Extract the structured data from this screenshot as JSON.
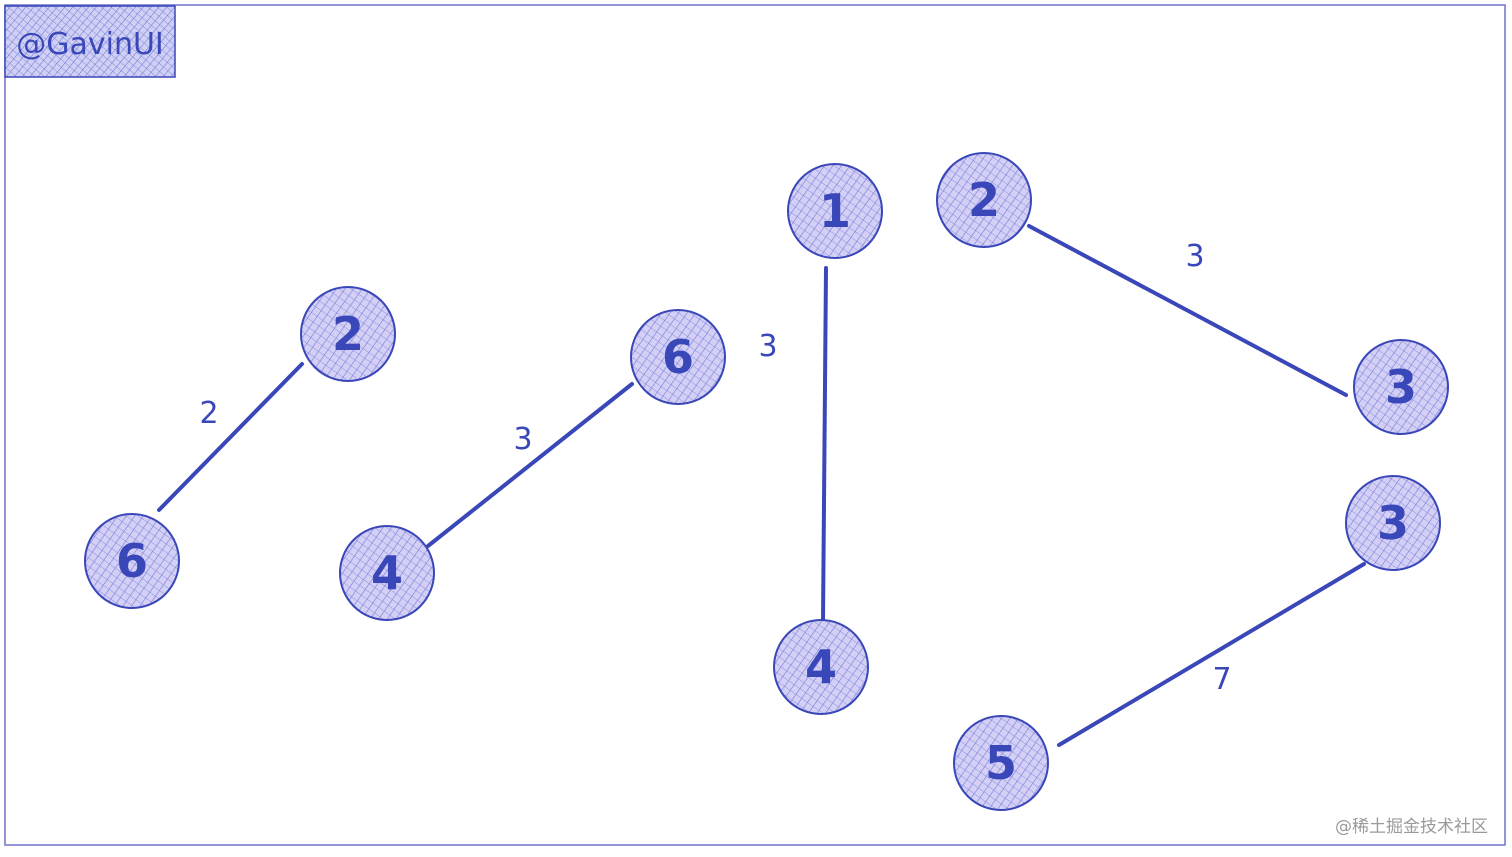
{
  "badge": {
    "label": "@GavinUI"
  },
  "watermark": {
    "label": "@稀土掘金技术社区"
  },
  "colors": {
    "stroke": "#3a47b8",
    "node_fill": "#c8c3f0",
    "hatch": "#6a6fd6",
    "frame": "#6f74c8"
  },
  "nodes": [
    {
      "id": "n1",
      "label": "2"
    },
    {
      "id": "n2",
      "label": "6"
    },
    {
      "id": "n3",
      "label": "6"
    },
    {
      "id": "n4",
      "label": "4"
    },
    {
      "id": "n5",
      "label": "1"
    },
    {
      "id": "n6",
      "label": "4"
    },
    {
      "id": "n7",
      "label": "2"
    },
    {
      "id": "n8",
      "label": "3"
    },
    {
      "id": "n9",
      "label": "3"
    },
    {
      "id": "n10",
      "label": "5"
    }
  ],
  "edges": [
    {
      "from": "n1",
      "to": "n2",
      "weight": "2"
    },
    {
      "from": "n3",
      "to": "n4",
      "weight": "3"
    },
    {
      "from": "n5",
      "to": "n6",
      "weight": "3"
    },
    {
      "from": "n7",
      "to": "n8",
      "weight": "3"
    },
    {
      "from": "n9",
      "to": "n10",
      "weight": "7"
    }
  ]
}
